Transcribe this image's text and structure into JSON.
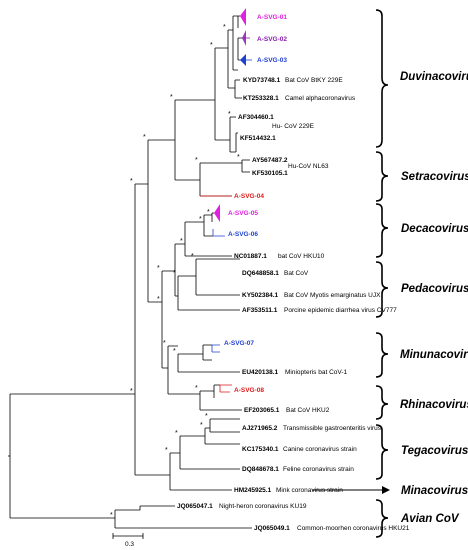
{
  "colors": {
    "magenta": "#e020e0",
    "purple": "#8a1ab0",
    "blue": "#2040d0",
    "red": "#e01818",
    "black": "#000000"
  },
  "leaves": {
    "svg01": {
      "id": "A-SVG-01",
      "desc": "",
      "color": "#e020e0"
    },
    "svg02": {
      "id": "A-SVG-02",
      "desc": "",
      "color": "#8a1ab0"
    },
    "svg03": {
      "id": "A-SVG-03",
      "desc": "",
      "color": "#2040d0"
    },
    "kyd": {
      "id": "KYD73748.1",
      "desc": "Bat CoV BtKY 229E"
    },
    "kt253": {
      "id": "KT253328.1",
      "desc": "Camel alphacoronavirus"
    },
    "af304": {
      "id": "AF304460.1",
      "desc": ""
    },
    "hu229": {
      "id": "",
      "desc": "Hu- CoV 229E"
    },
    "kf514": {
      "id": "KF514432.1",
      "desc": ""
    },
    "ay567": {
      "id": "AY567487.2",
      "desc": ""
    },
    "nl63": {
      "id": "",
      "desc": "Hu-CoV NL63"
    },
    "kf530": {
      "id": "KF530105.1",
      "desc": ""
    },
    "svg04": {
      "id": "A-SVG-04",
      "desc": "",
      "color": "#e01818"
    },
    "svg05": {
      "id": "A-SVG-05",
      "desc": "",
      "color": "#e020e0"
    },
    "svg06": {
      "id": "A-SVG-06",
      "desc": "",
      "color": "#2040d0"
    },
    "nc018": {
      "id": "NC01887.1",
      "desc": "bat CoV HKU10"
    },
    "dq648": {
      "id": "DQ648858.1",
      "desc": "Bat CoV"
    },
    "ky502": {
      "id": "KY502384.1",
      "desc": "Bat CoV Myotis emarginatus UJX"
    },
    "af353": {
      "id": "AF353511.1",
      "desc": "Porcine epidemic diarrhea virus CV777"
    },
    "svg07": {
      "id": "A-SVG-07",
      "desc": "",
      "color": "#2040d0"
    },
    "eu420": {
      "id": "EU420138.1",
      "desc": "Miniopteris bat CoV-1"
    },
    "svg08": {
      "id": "A-SVG-08",
      "desc": "",
      "color": "#e01818"
    },
    "ef203": {
      "id": "EF203065.1",
      "desc": "Bat CoV HKU2"
    },
    "aj271": {
      "id": "AJ271965.2",
      "desc": "Transmissible gastroenteritis virus"
    },
    "kc175": {
      "id": "KC175340.1",
      "desc": "Canine coronavirus strain"
    },
    "dq848": {
      "id": "DQ848678.1",
      "desc": "Feline coronavirus strain"
    },
    "hm245": {
      "id": "HM245925.1",
      "desc": "Mink coronavirus strain"
    },
    "jq065a": {
      "id": "JQ065047.1",
      "desc": "Night-heron coronavirus KU19"
    },
    "jq065b": {
      "id": "JQ065049.1",
      "desc": "Common-moorhen coronavirus HKU21"
    }
  },
  "clades": {
    "duvina": "Duvinacovirus",
    "setra": "Setracovirus",
    "deca": "Decacovirus",
    "peda": "Pedacovirus",
    "minuna": "Minunacovirus",
    "rhina": "Rhinacovirus",
    "tega": "Tegacovirus",
    "mina": "Minacovirus",
    "avian": "Avian CoV"
  },
  "scale_bar": {
    "label": "0.3",
    "length": 0.3
  },
  "bootstrap_marker": "*"
}
